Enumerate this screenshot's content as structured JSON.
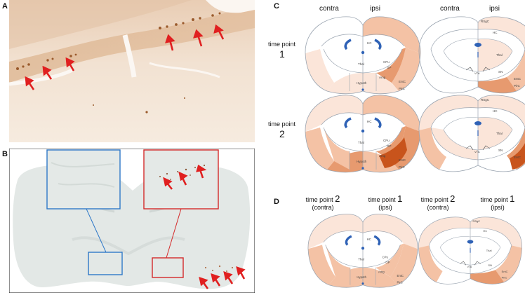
{
  "panels": {
    "a": {
      "letter": "A"
    },
    "b": {
      "letter": "B"
    },
    "c": {
      "letter": "C",
      "contra": "contra",
      "ipsi": "ipsi",
      "tp1_text": "time point",
      "tp1_num": "1",
      "tp2_text": "time point",
      "tp2_num": "2"
    },
    "d": {
      "letter": "D",
      "left_contra_text": "time point",
      "left_contra_num": "2",
      "left_contra_sub": "(contra)",
      "left_ipsi_text": "time point",
      "left_ipsi_num": "1",
      "left_ipsi_sub": "(ipsi)",
      "right_contra_text": "time point",
      "right_contra_num": "2",
      "right_contra_sub": "(contra)",
      "right_ipsi_text": "time point",
      "right_ipsi_num": "1",
      "right_ipsi_sub": "(ipsi)"
    }
  },
  "region_labels": {
    "hc": "HC",
    "thal": "Thal",
    "hypoth": "Hypoth",
    "cpu": "CPu",
    "gp": "GP",
    "amg": "Amg",
    "ento": "EntC",
    "pirc": "PirC",
    "rsgc": "RSgC",
    "sn": "SN",
    "vta": "VTA"
  },
  "colors": {
    "arrow_red": "#e02020",
    "box_blue": "#2f78c8",
    "box_red": "#d42a2a",
    "tissue_a": "#efdccb",
    "ventricle_blue": "#2f62b6",
    "heat_none": "#ffffff",
    "heat_low": "#fbe5d9",
    "heat_mid": "#f4c2a5",
    "heat_high": "#e79a6f",
    "heat_max": "#c8541c"
  }
}
